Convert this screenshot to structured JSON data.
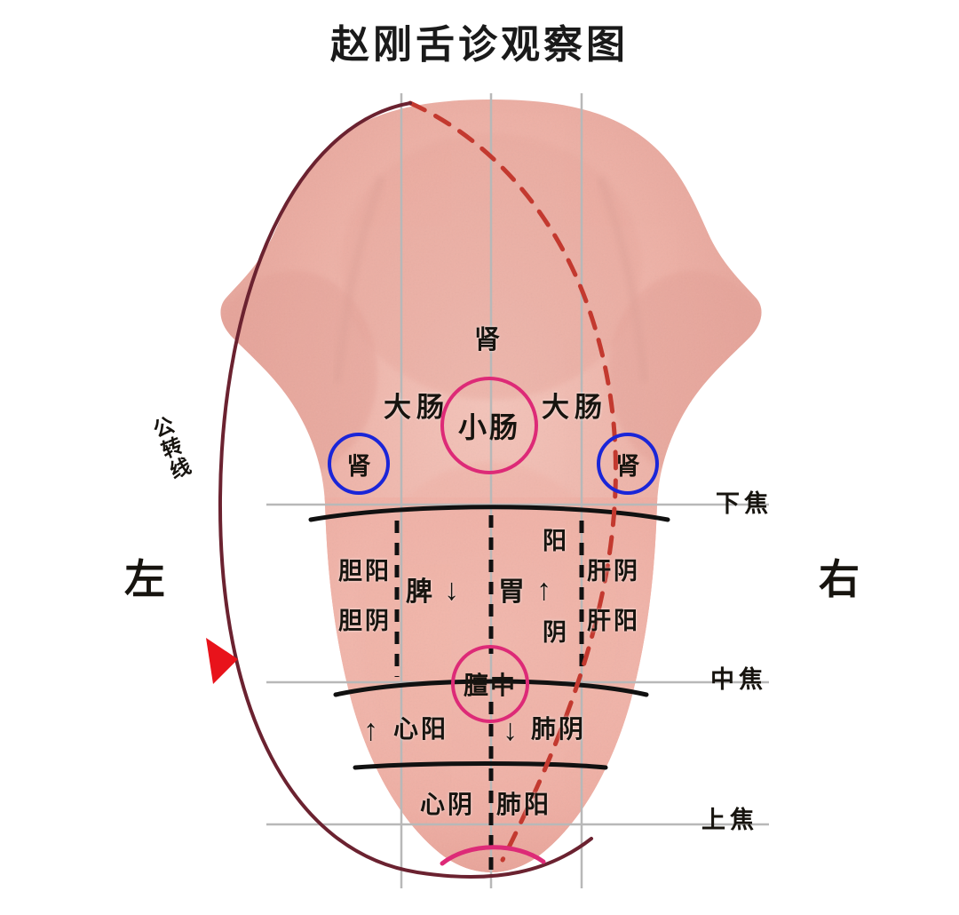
{
  "title": "赵刚舌诊观察图",
  "sides": {
    "left": "左",
    "right": "右"
  },
  "revolution_line": "公转线",
  "jiao": {
    "lower": "下焦",
    "middle": "中焦",
    "upper": "上焦"
  },
  "upper_zone": {
    "kidney_top": "肾",
    "large_intestine_left": "大肠",
    "large_intestine_right": "大肠",
    "small_intestine": "小肠",
    "kidney_left": "肾",
    "kidney_right": "肾"
  },
  "middle_zone": {
    "gallbladder_yang": "胆阳",
    "gallbladder_yin": "胆阴",
    "spleen": "脾",
    "spleen_arrow": "↓",
    "stomach": "胃",
    "stomach_arrow": "↑",
    "center_yang": "阳",
    "center_yin": "阴",
    "liver_yin": "肝阴",
    "liver_yang": "肝阳"
  },
  "lower_zone": {
    "danzhong": "膻中",
    "heart_yang_arrow": "↑",
    "heart_yang": "心阳",
    "lung_yin_arrow": "↓",
    "lung_yin": "肺阴",
    "heart_yin": "心阴",
    "lung_yang": "肺阳"
  },
  "colors": {
    "pink_circle": "#DD2A77",
    "blue_circle": "#1A25D8",
    "ellipse_path": "#6B2230",
    "arrow_head": "#E8131B",
    "dashed_red": "#C3392F",
    "grid_gray": "#B7B7B7",
    "black_arc": "#111111",
    "tongue_body": "#EDA99F"
  }
}
